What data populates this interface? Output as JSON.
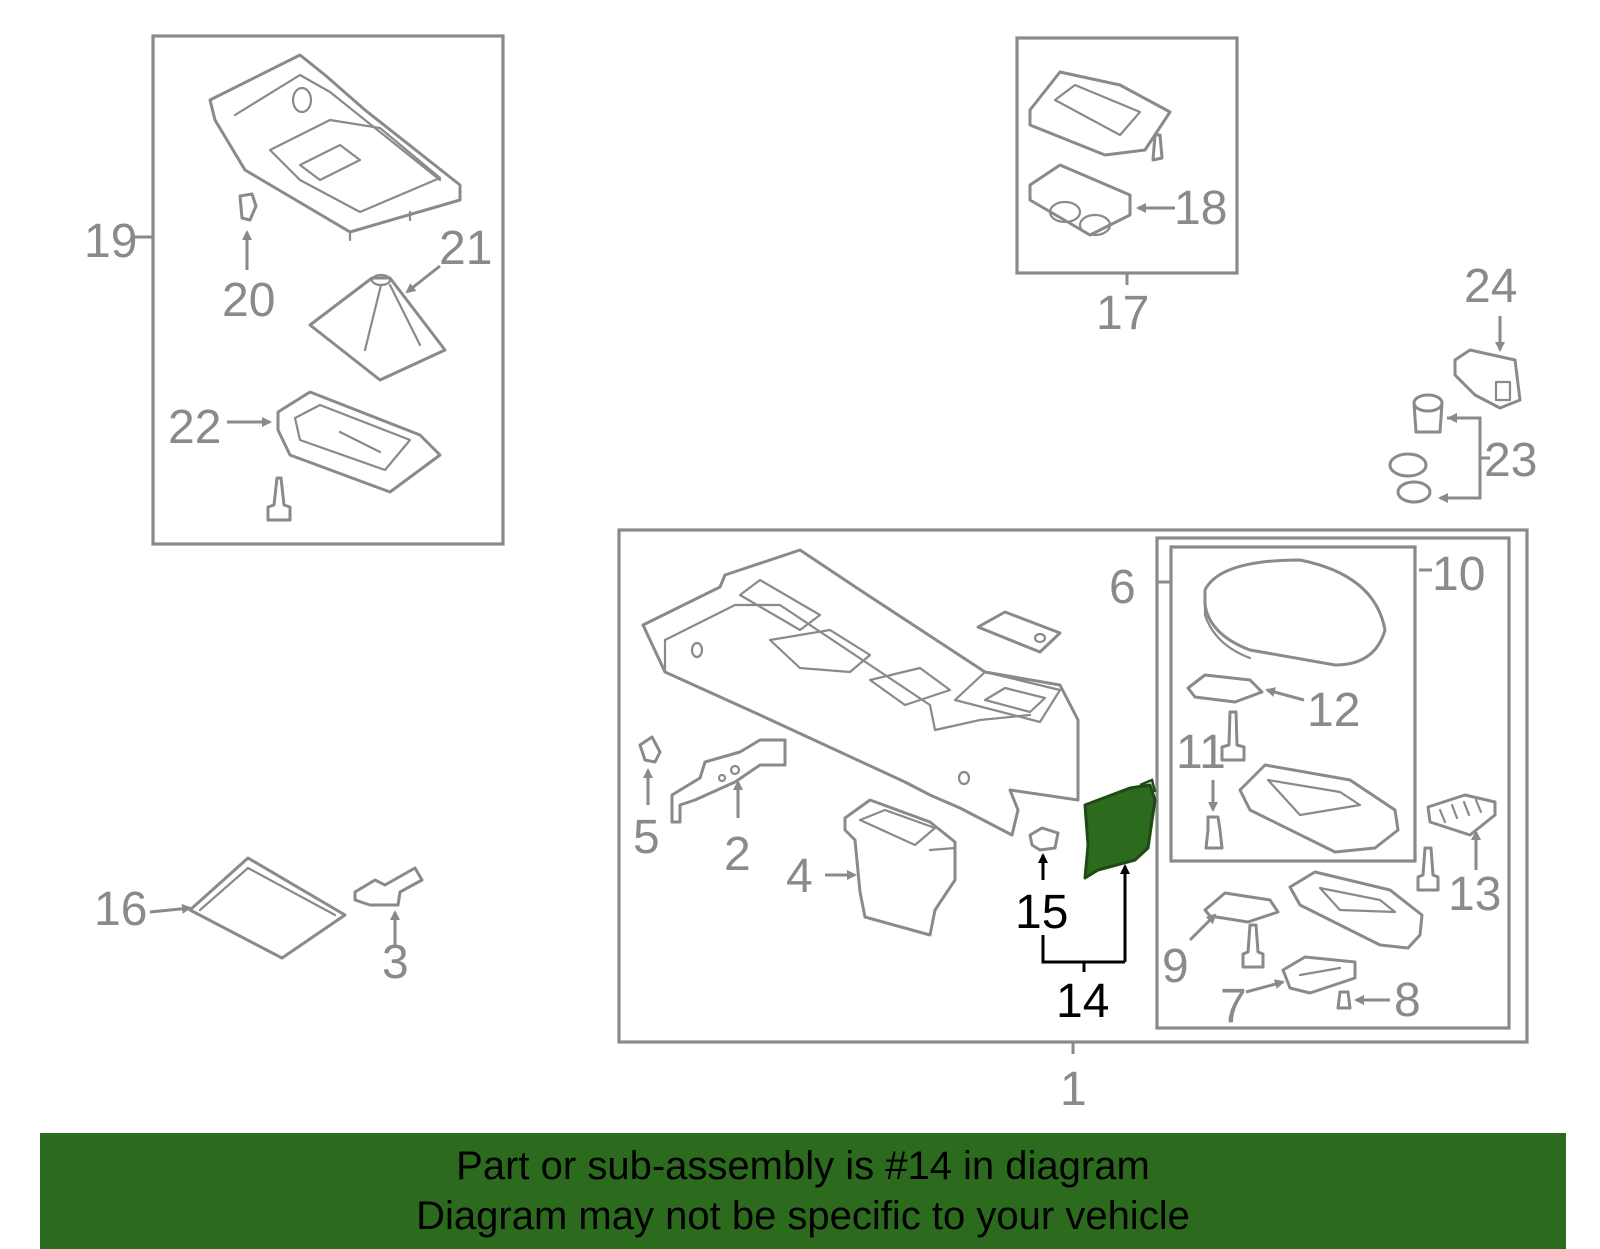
{
  "diagram": {
    "highlight_color": "#2c6b1d",
    "line_color": "#8a8a8a",
    "labels": {
      "p1": "1",
      "p2": "2",
      "p3": "3",
      "p4": "4",
      "p5": "5",
      "p6": "6",
      "p7": "7",
      "p8": "8",
      "p9": "9",
      "p10": "10",
      "p11": "11",
      "p12": "12",
      "p13": "13",
      "p14": "14",
      "p15": "15",
      "p16": "16",
      "p17": "17",
      "p18": "18",
      "p19": "19",
      "p20": "20",
      "p21": "21",
      "p22": "22",
      "p23": "23",
      "p24": "24"
    }
  },
  "banner": {
    "line1": "Part or sub-assembly is #14 in diagram",
    "line2": "Diagram may not be specific to your vehicle",
    "background": "#2c6b1d"
  }
}
